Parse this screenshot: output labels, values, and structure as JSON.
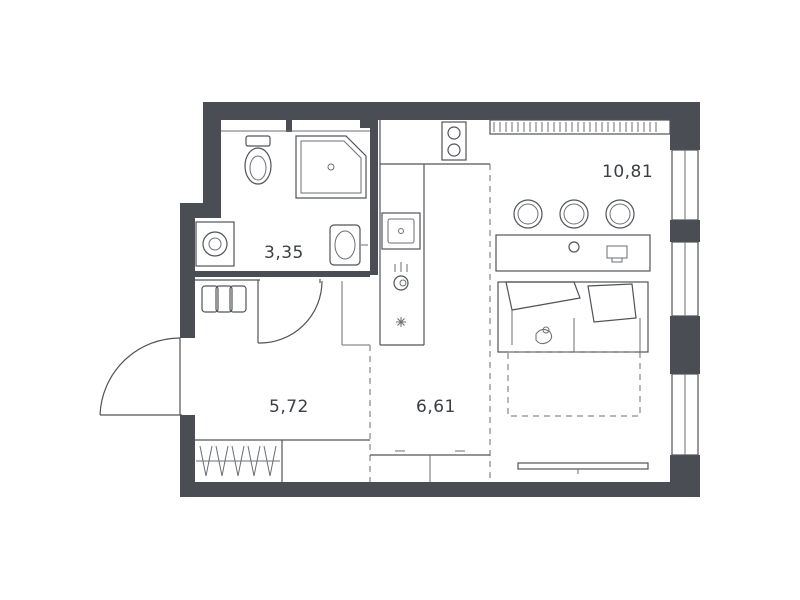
{
  "rooms": {
    "bathroom": {
      "area": "3,35"
    },
    "hallway": {
      "area": "5,72"
    },
    "kitchen": {
      "area": "6,61"
    },
    "living": {
      "area": "10,81"
    }
  },
  "colors": {
    "wall": "#4a4d54",
    "line": "#505359",
    "background": "#ffffff"
  }
}
